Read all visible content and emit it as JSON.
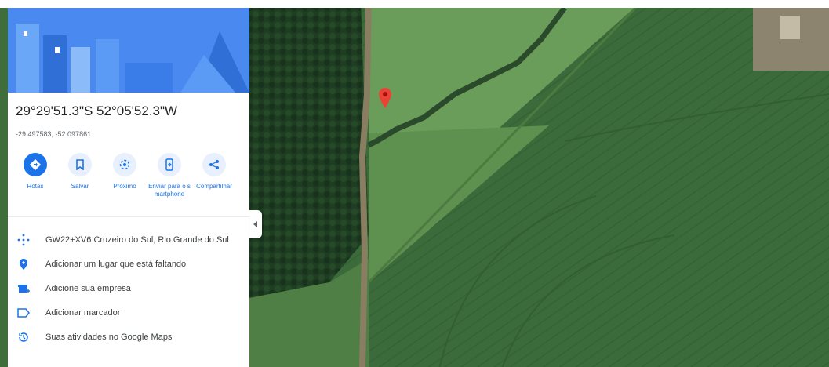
{
  "place": {
    "dms": "29°29'51.3\"S 52°05'52.3\"W",
    "decimal": "-29.497583, -52.097861"
  },
  "actions": [
    {
      "label": "Rotas",
      "icon": "directions-icon"
    },
    {
      "label": "Salvar",
      "icon": "bookmark-icon"
    },
    {
      "label": "Próximo",
      "icon": "nearby-icon"
    },
    {
      "label": "Enviar para o smartphone",
      "icon": "phone-send-icon"
    },
    {
      "label": "Compartilhar",
      "icon": "share-icon"
    }
  ],
  "rows": [
    {
      "label": "GW22+XV6 Cruzeiro do Sul, Rio Grande do Sul",
      "icon": "plus-code-icon"
    },
    {
      "label": "Adicionar um lugar que está faltando",
      "icon": "add-place-icon"
    },
    {
      "label": "Adicione sua empresa",
      "icon": "business-icon"
    },
    {
      "label": "Adicionar marcador",
      "icon": "label-icon"
    },
    {
      "label": "Suas atividades no Google Maps",
      "icon": "history-icon"
    }
  ],
  "colors": {
    "accent": "#1a73e8",
    "pin": "#ea4335"
  }
}
